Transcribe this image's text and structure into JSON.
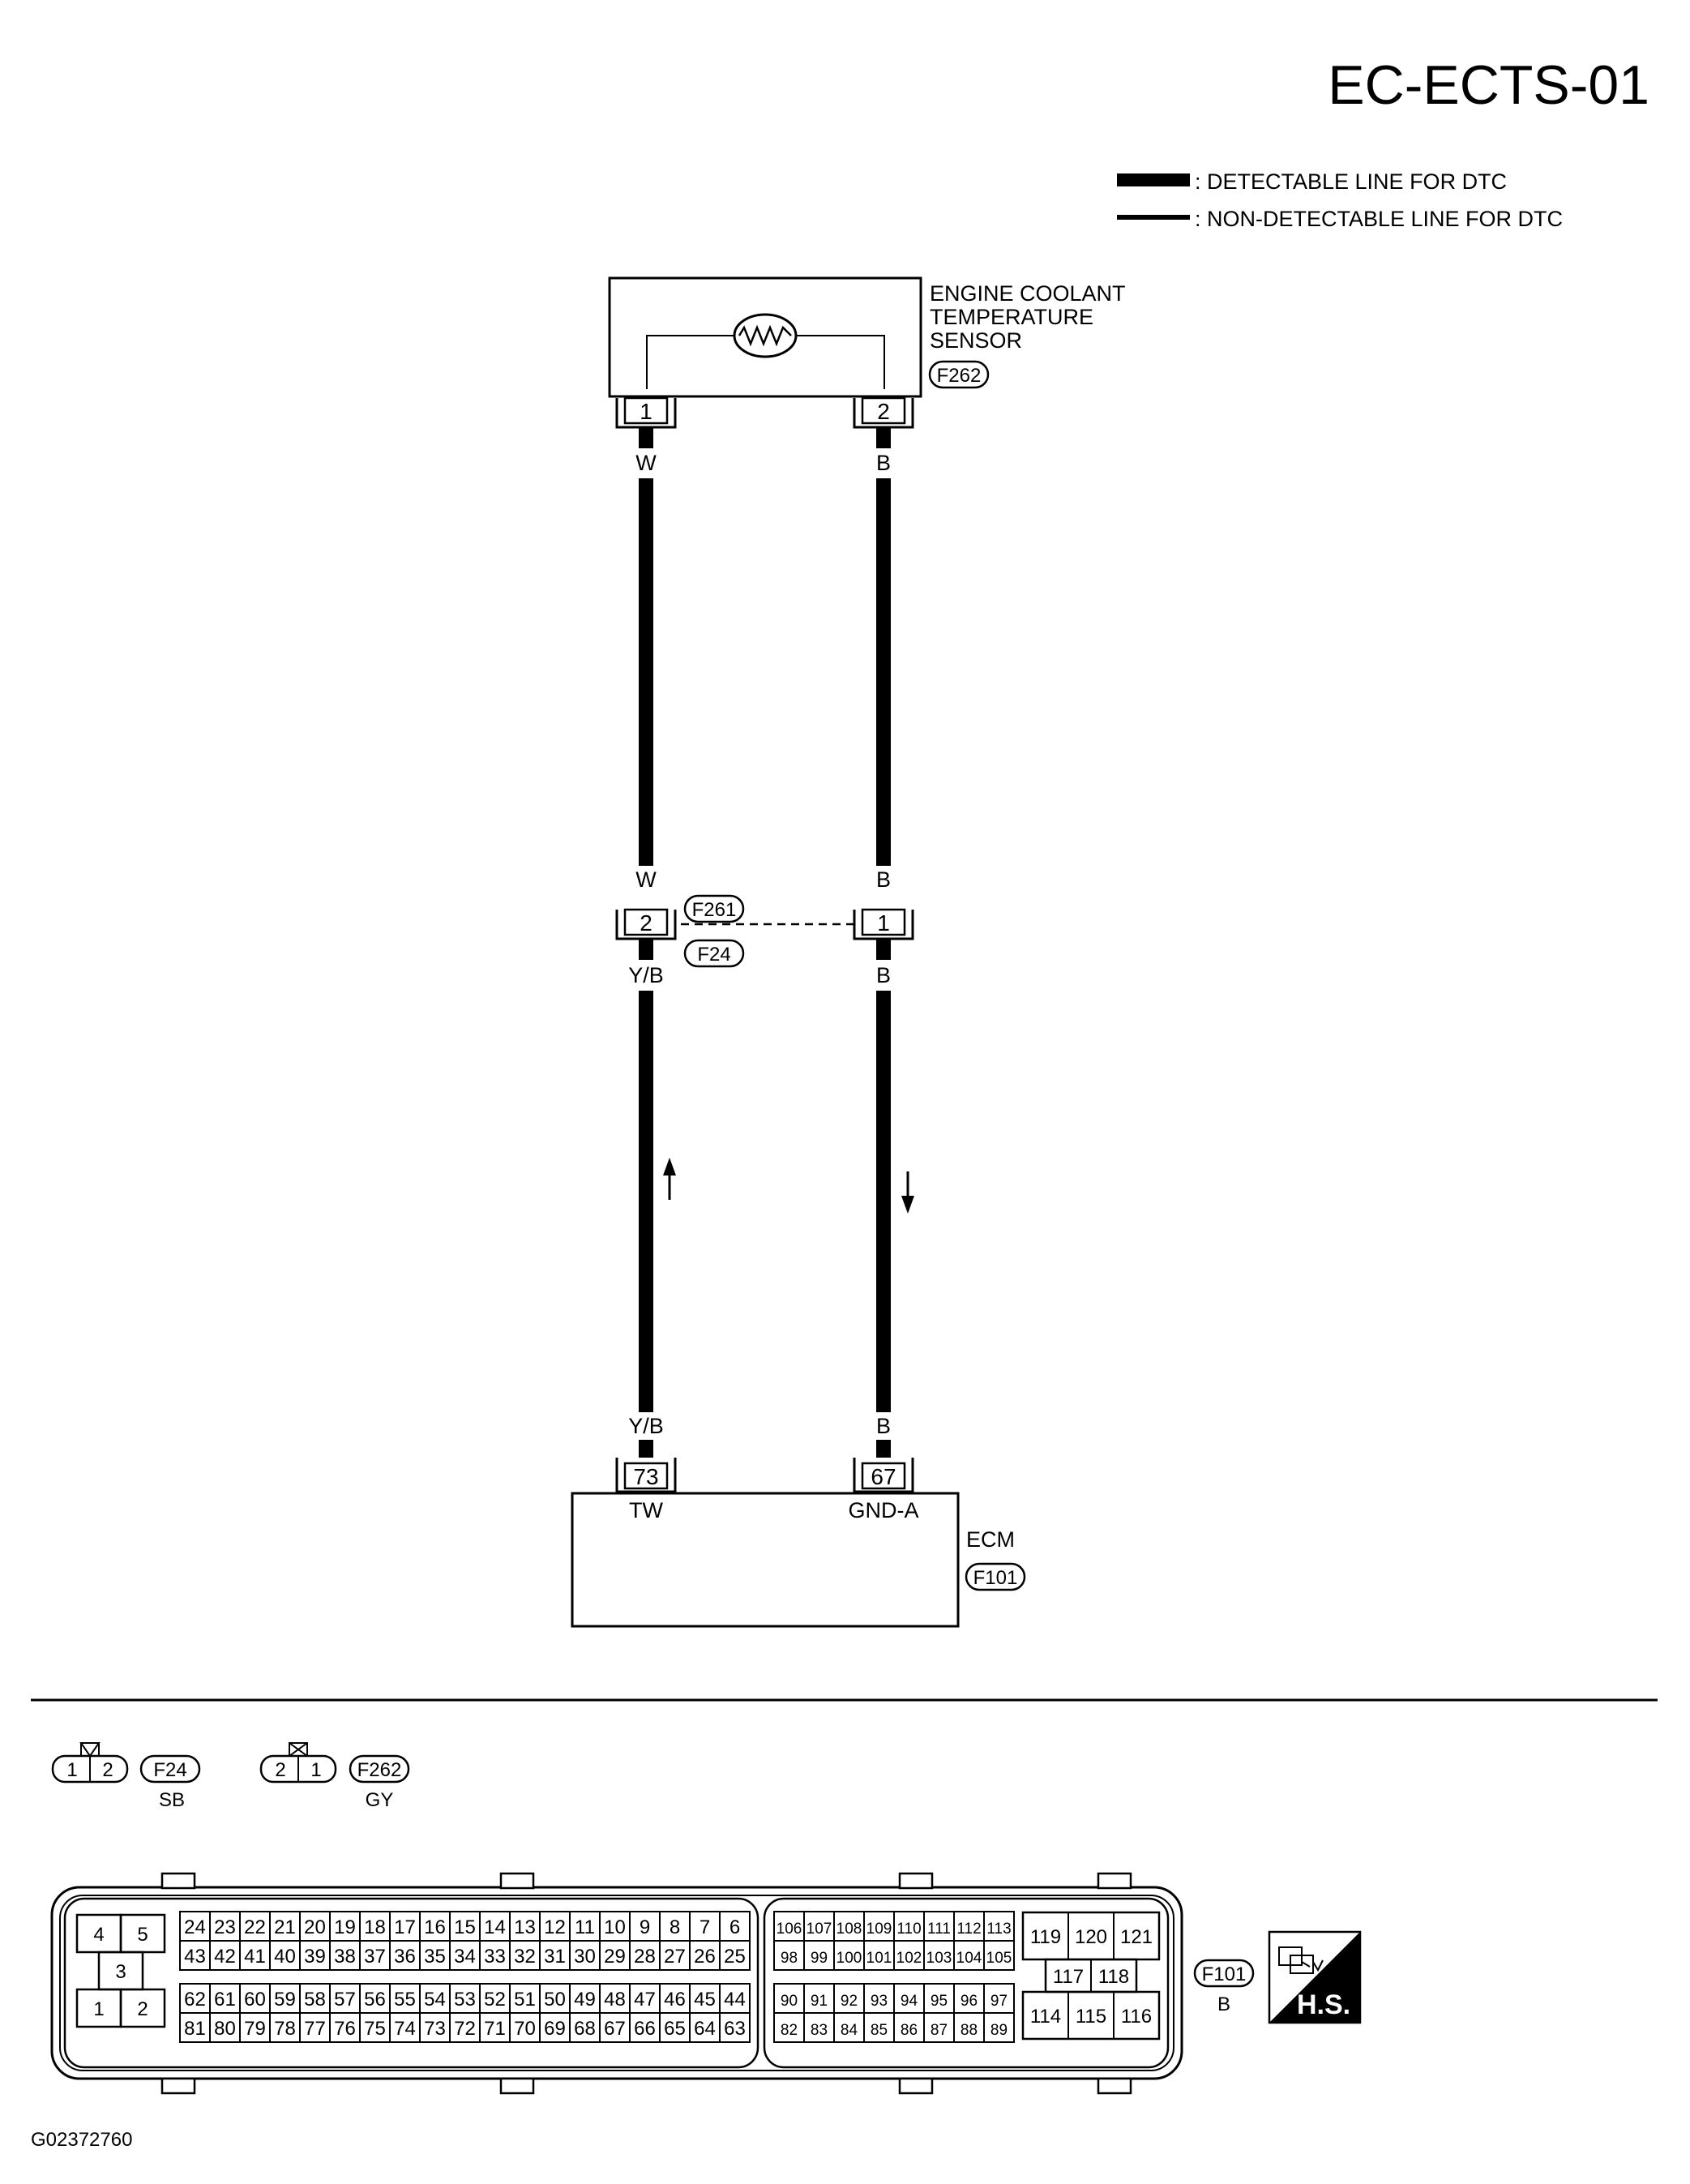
{
  "page_id": "EC-ECTS-01",
  "figure_code": "G02372760",
  "legend": {
    "detectable": ": DETECTABLE LINE FOR DTC",
    "non_detectable": ": NON-DETECTABLE LINE FOR DTC"
  },
  "sensor": {
    "name_lines": [
      "ENGINE COOLANT",
      "TEMPERATURE",
      "SENSOR"
    ],
    "connector": "F262",
    "pins": [
      "1",
      "2"
    ]
  },
  "wires_upper": {
    "left_color": "W",
    "right_color": "B"
  },
  "junction": {
    "connector_top": "F261",
    "connector_bottom": "F24",
    "pin_left": "2",
    "pin_right": "1",
    "upper_left_color": "W",
    "upper_right_color": "B",
    "lower_left_color": "Y/B",
    "lower_right_color": "B"
  },
  "wires_lower": {
    "left_color": "Y/B",
    "right_color": "B"
  },
  "ecm": {
    "name": "ECM",
    "connector": "F101",
    "pin_left": "73",
    "pin_right": "67",
    "signal_left": "TW",
    "signal_right": "GND-A"
  },
  "connector_views": {
    "f24": {
      "pins": [
        "1",
        "2"
      ],
      "id": "F24",
      "color": "SB"
    },
    "f262": {
      "pins": [
        "2",
        "1"
      ],
      "id": "F262",
      "color": "GY"
    },
    "f101": {
      "id": "F101",
      "color": "B",
      "left_block": [
        "4",
        "5",
        "3",
        "1",
        "2"
      ],
      "rows_a": [
        [
          "24",
          "23",
          "22",
          "21",
          "20",
          "19",
          "18",
          "17",
          "16",
          "15",
          "14",
          "13",
          "12",
          "11",
          "10",
          "9",
          "8",
          "7",
          "6"
        ],
        [
          "43",
          "42",
          "41",
          "40",
          "39",
          "38",
          "37",
          "36",
          "35",
          "34",
          "33",
          "32",
          "31",
          "30",
          "29",
          "28",
          "27",
          "26",
          "25"
        ],
        [
          "62",
          "61",
          "60",
          "59",
          "58",
          "57",
          "56",
          "55",
          "54",
          "53",
          "52",
          "51",
          "50",
          "49",
          "48",
          "47",
          "46",
          "45",
          "44"
        ],
        [
          "81",
          "80",
          "79",
          "78",
          "77",
          "76",
          "75",
          "74",
          "73",
          "72",
          "71",
          "70",
          "69",
          "68",
          "67",
          "66",
          "65",
          "64",
          "63"
        ]
      ],
      "rows_b": [
        [
          "106",
          "107",
          "108",
          "109",
          "110",
          "111",
          "112",
          "113"
        ],
        [
          "98",
          "99",
          "100",
          "101",
          "102",
          "103",
          "104",
          "105"
        ],
        [
          "90",
          "91",
          "92",
          "93",
          "94",
          "95",
          "96",
          "97"
        ],
        [
          "82",
          "83",
          "84",
          "85",
          "86",
          "87",
          "88",
          "89"
        ]
      ],
      "right_block": {
        "top": [
          "119",
          "120",
          "121"
        ],
        "middle": [
          "117",
          "118"
        ],
        "bottom": [
          "114",
          "115",
          "116"
        ]
      }
    }
  },
  "hs_badge": "H.S."
}
